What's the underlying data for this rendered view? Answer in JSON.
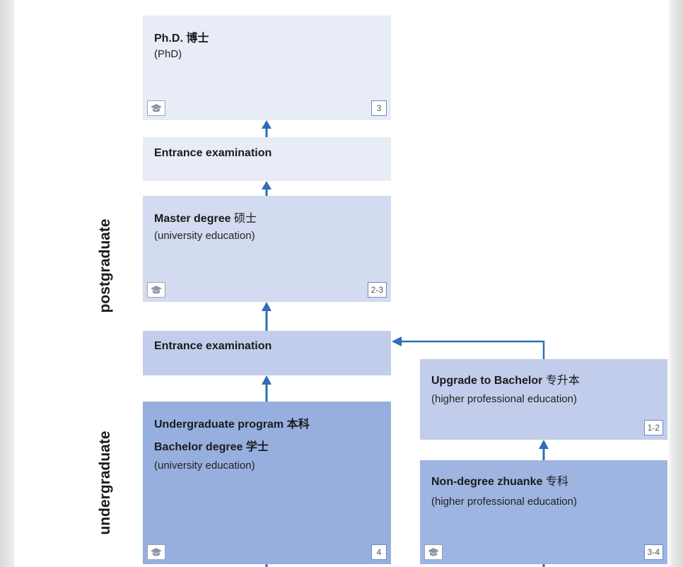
{
  "side_labels": {
    "postgraduate": "postgraduate",
    "undergraduate": "undergraduate"
  },
  "boxes": {
    "phd": {
      "title": "Ph.D.",
      "title_cn": "博士",
      "subtitle": "(PhD)",
      "duration": "3",
      "icon": "graduation-cap-icon"
    },
    "entrance_phd": {
      "title": "Entrance examination"
    },
    "master": {
      "title": "Master degree",
      "title_cn": "硕士",
      "subtitle": "(university education)",
      "duration": "2-3",
      "icon": "graduation-cap-icon"
    },
    "entrance_master": {
      "title": "Entrance examination"
    },
    "undergrad": {
      "title": "Undergraduate program",
      "title_cn": "本科",
      "line2": "Bachelor degree",
      "line2_cn": "学士",
      "subtitle": "(university education)",
      "duration": "4",
      "icon": "graduation-cap-icon"
    },
    "upgrade": {
      "title": "Upgrade to Bachelor",
      "title_cn": "专升本",
      "subtitle": "(higher professional education)",
      "duration": "1-2"
    },
    "zhuanke": {
      "title": "Non-degree zhuanke",
      "title_cn": "专科",
      "subtitle": "(higher professional education)",
      "duration": "3-4",
      "icon": "graduation-cap-icon"
    }
  },
  "colors": {
    "arrow": "#2f6db5",
    "box_light": "#e8ecf7",
    "box_mid": "#d3dbf0",
    "box_dark": "#97afdf"
  }
}
